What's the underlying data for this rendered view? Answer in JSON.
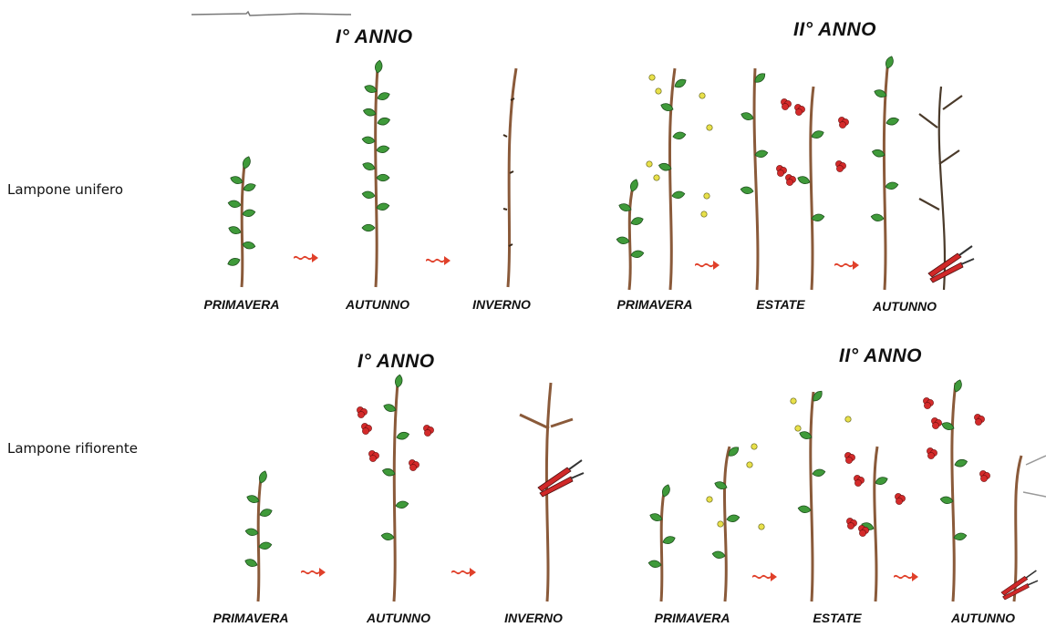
{
  "rows": [
    {
      "label": "Lampone unifero",
      "year1": "I° ANNO",
      "year2": "II° ANNO",
      "seasons": [
        "PRIMAVERA",
        "AUTUNNO",
        "INVERNO",
        "PRIMAVERA",
        "ESTATE",
        "AUTUNNO"
      ]
    },
    {
      "label": "Lampone rifiorente",
      "year1": "I° ANNO",
      "year2": "II° ANNO",
      "seasons": [
        "PRIMAVERA",
        "AUTUNNO",
        "INVERNO",
        "PRIMAVERA",
        "ESTATE",
        "AUTUNNO"
      ]
    }
  ],
  "colors": {
    "leaf": "#3f9a3a",
    "stem": "#8a5a3a",
    "berry": "#d42a2a",
    "flower": "#e8e04a",
    "arrow": "#e0402a",
    "shears": "#d02828"
  }
}
